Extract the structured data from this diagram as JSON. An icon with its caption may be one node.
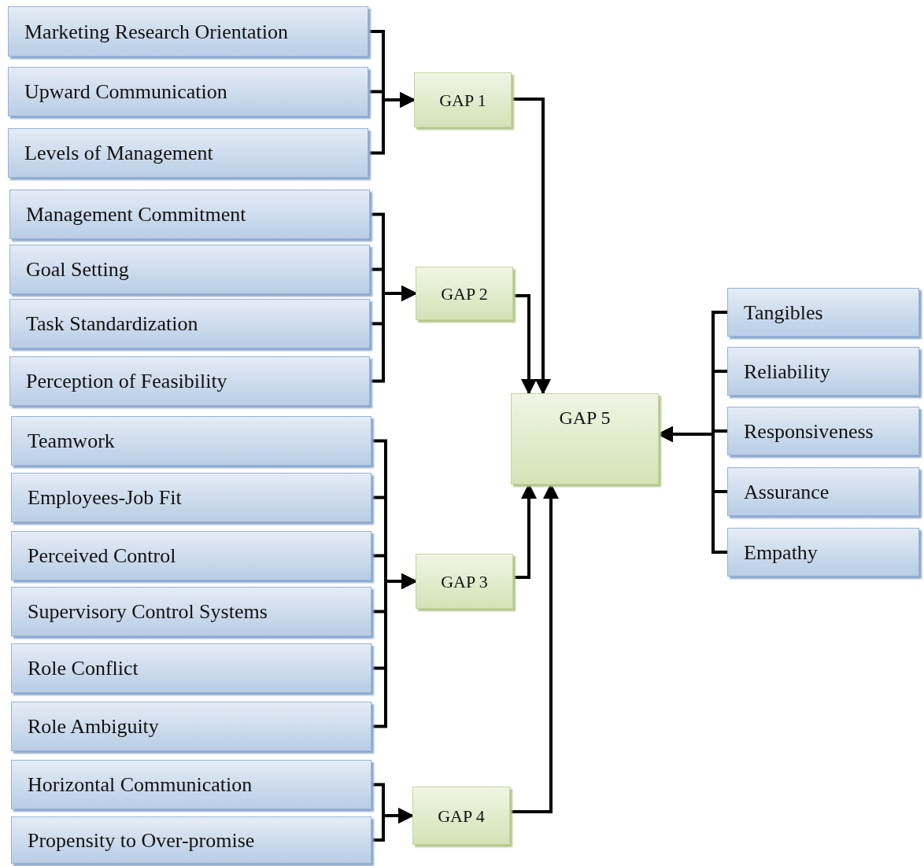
{
  "diagram": {
    "nodes": [
      {
        "text": [
          "Marketing Research Orientation"
        ]
      },
      {
        "text": [
          "Upward Communication"
        ]
      },
      {
        "text": [
          "Levels of Management"
        ]
      },
      {
        "text": [
          "Management Commitment"
        ]
      },
      {
        "text": [
          "Goal Setting"
        ]
      },
      {
        "text": [
          "Task Standardization"
        ]
      },
      {
        "text": [
          "Perception of Feasibility"
        ]
      },
      {
        "text": [
          "Teamwork"
        ]
      },
      {
        "text": [
          "Employees-Job Fit"
        ]
      },
      {
        "text": [
          "Perceived Control"
        ]
      },
      {
        "text": [
          "Supervisory Control Systems"
        ]
      },
      {
        "text": [
          "Role Conflict"
        ]
      },
      {
        "text": [
          "Role Ambiguity"
        ]
      },
      {
        "text": [
          "Horizontal Communication"
        ]
      },
      {
        "text": [
          "Propensity to Over-promise"
        ]
      },
      {
        "text": [
          "GAP 1"
        ]
      },
      {
        "text": [
          "GAP 2"
        ]
      },
      {
        "text": [
          "GAP 3"
        ]
      },
      {
        "text": [
          "GAP 4"
        ]
      },
      {
        "text": [
          "GAP 5"
        ]
      },
      {
        "text": [
          "Tangibles"
        ]
      },
      {
        "text": [
          "Reliability"
        ]
      },
      {
        "text": [
          "Responsiveness"
        ]
      },
      {
        "text": [
          "Assurance"
        ]
      },
      {
        "text": [
          "Empathy"
        ]
      }
    ],
    "edges": [
      {
        "from": 0,
        "to": 15,
        "arrow": "to"
      },
      {
        "from": 1,
        "to": 15,
        "arrow": "to"
      },
      {
        "from": 2,
        "to": 15,
        "arrow": "to"
      },
      {
        "from": 3,
        "to": 16,
        "arrow": "to"
      },
      {
        "from": 4,
        "to": 16,
        "arrow": "to"
      },
      {
        "from": 5,
        "to": 16,
        "arrow": "to"
      },
      {
        "from": 6,
        "to": 16,
        "arrow": "to"
      },
      {
        "from": 7,
        "to": 17,
        "arrow": "to"
      },
      {
        "from": 8,
        "to": 17,
        "arrow": "to"
      },
      {
        "from": 9,
        "to": 17,
        "arrow": "to"
      },
      {
        "from": 10,
        "to": 17,
        "arrow": "to"
      },
      {
        "from": 11,
        "to": 17,
        "arrow": "to"
      },
      {
        "from": 12,
        "to": 17,
        "arrow": "to"
      },
      {
        "from": 13,
        "to": 18,
        "arrow": "to"
      },
      {
        "from": 14,
        "to": 18,
        "arrow": "to"
      },
      {
        "from": 15,
        "to": 19,
        "arrow": "to"
      },
      {
        "from": 16,
        "to": 19,
        "arrow": "to"
      },
      {
        "from": 17,
        "to": 19,
        "arrow": "to"
      },
      {
        "from": 18,
        "to": 19,
        "arrow": "to"
      },
      {
        "from": 20,
        "to": 19,
        "arrow": "to"
      },
      {
        "from": 21,
        "to": 19,
        "arrow": "to"
      },
      {
        "from": 22,
        "to": 19,
        "arrow": "to"
      },
      {
        "from": 23,
        "to": 19,
        "arrow": "to"
      },
      {
        "from": 24,
        "to": 19,
        "arrow": "to"
      }
    ]
  }
}
